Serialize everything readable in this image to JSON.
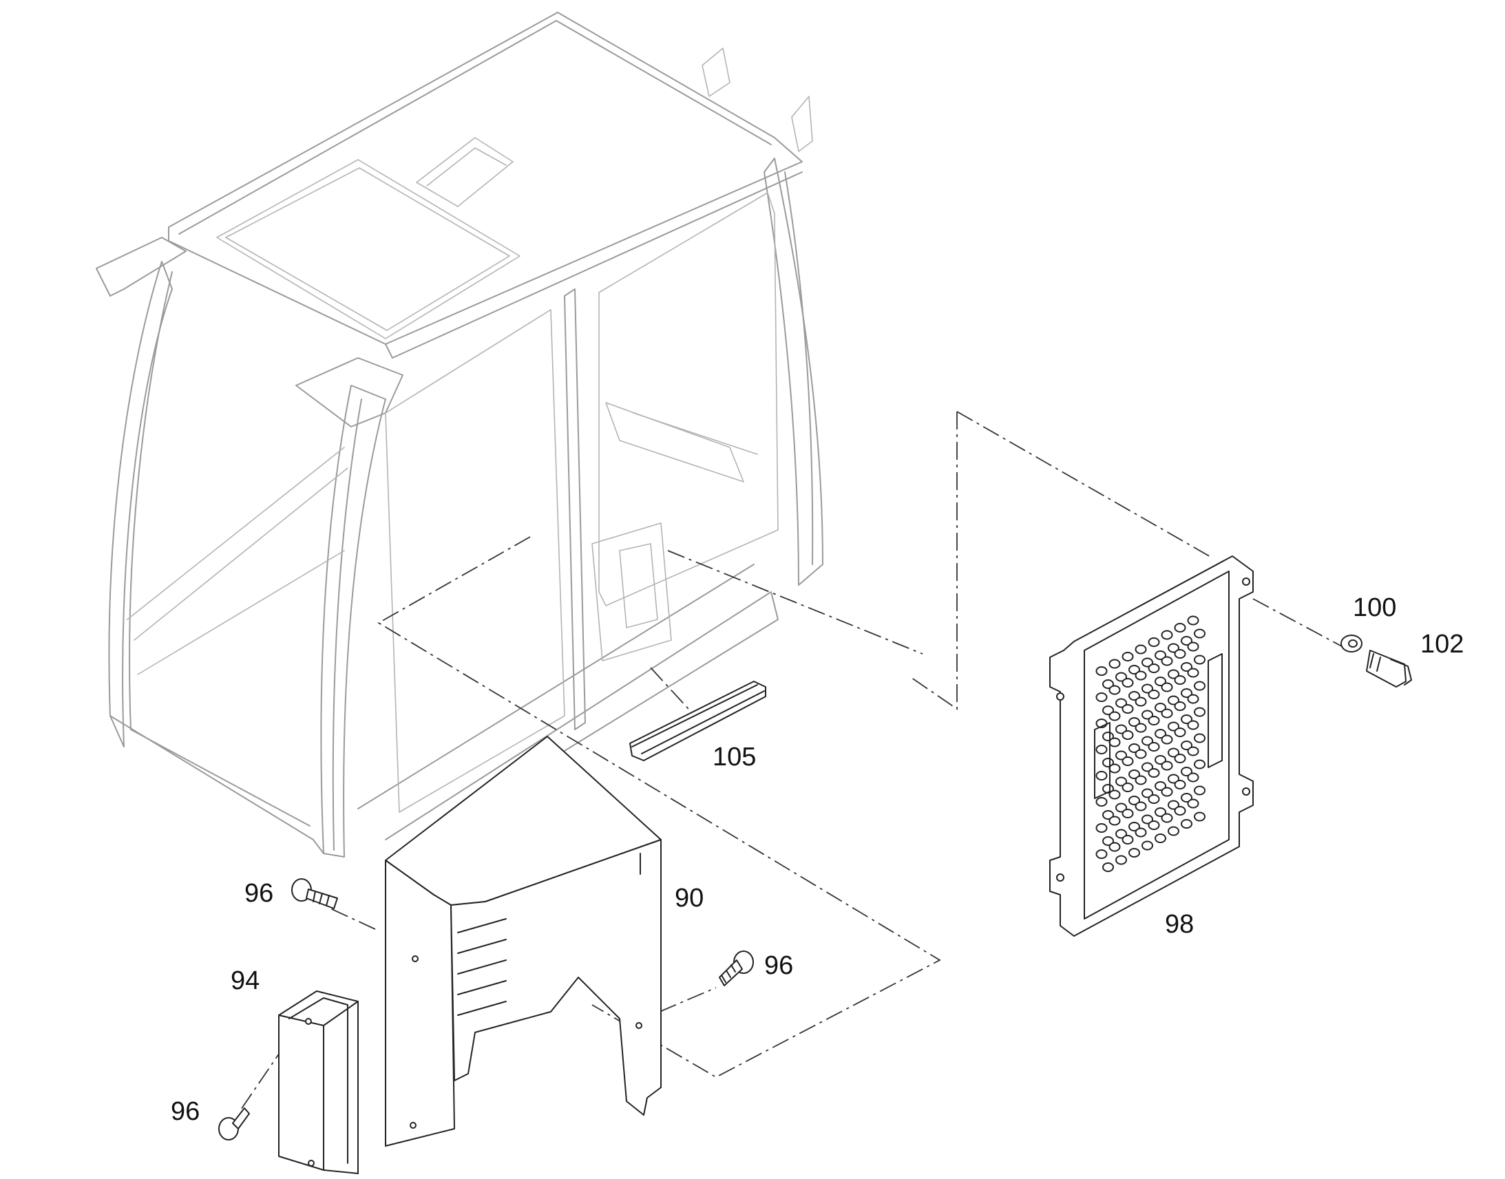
{
  "labels": {
    "part_90": "90",
    "part_94": "94",
    "part_96_top": "96",
    "part_96_right": "96",
    "part_96_bottom": "96",
    "part_98": "98",
    "part_100": "100",
    "part_102": "102",
    "part_105": "105"
  },
  "colors": {
    "line_dark": "#222222",
    "line_light": "#9a9a9a",
    "background": "#ffffff"
  }
}
